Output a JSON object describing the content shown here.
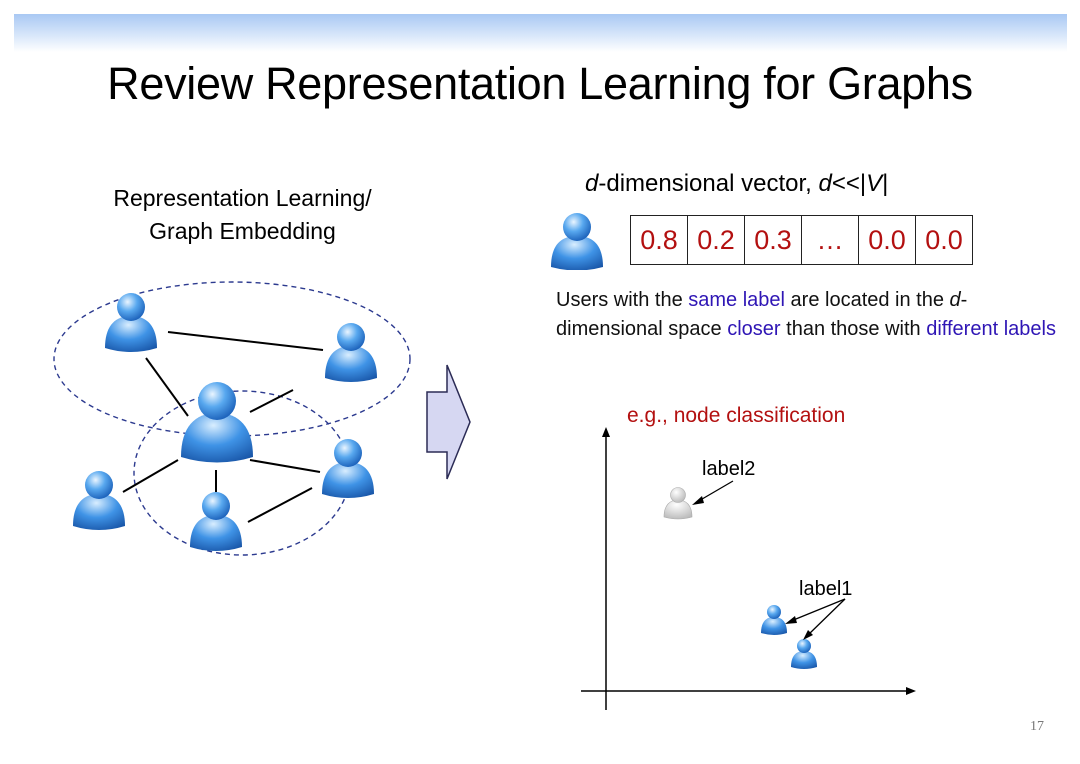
{
  "title": "Review Representation Learning for Graphs",
  "left_caption": {
    "line1": "Representation Learning/",
    "line2": "Graph Embedding"
  },
  "vector": {
    "title_d": "d",
    "title_mid": "-dimensional vector, ",
    "title_d2": "d",
    "title_lt": "<<|",
    "title_V": "V",
    "title_end": "|",
    "cells": [
      "0.8",
      "0.2",
      "0.3",
      "…",
      "0.0",
      "0.0"
    ]
  },
  "description": {
    "p1": "Users with the ",
    "hl1": "same label",
    "p2": " are located in the ",
    "d": "d",
    "p3": "-dimensional space ",
    "hl2": "closer",
    "p4": " than those with ",
    "hl3": "different labels"
  },
  "example": "e.g., node classification",
  "plot_labels": {
    "label2": "label2",
    "label1": "label1"
  },
  "page_number": "17",
  "colors": {
    "accent_red": "#b31010",
    "highlight_purple": "#2f16b5",
    "user_blue": "#2f86df",
    "user_gray": "#c9c9c9",
    "ellipse_dash": "#2c3a8f",
    "arrow_fill": "#d6d7f2"
  },
  "icons": {
    "user": "user-icon",
    "user_gray": "user-gray-icon",
    "arrow": "right-arrow-icon"
  }
}
